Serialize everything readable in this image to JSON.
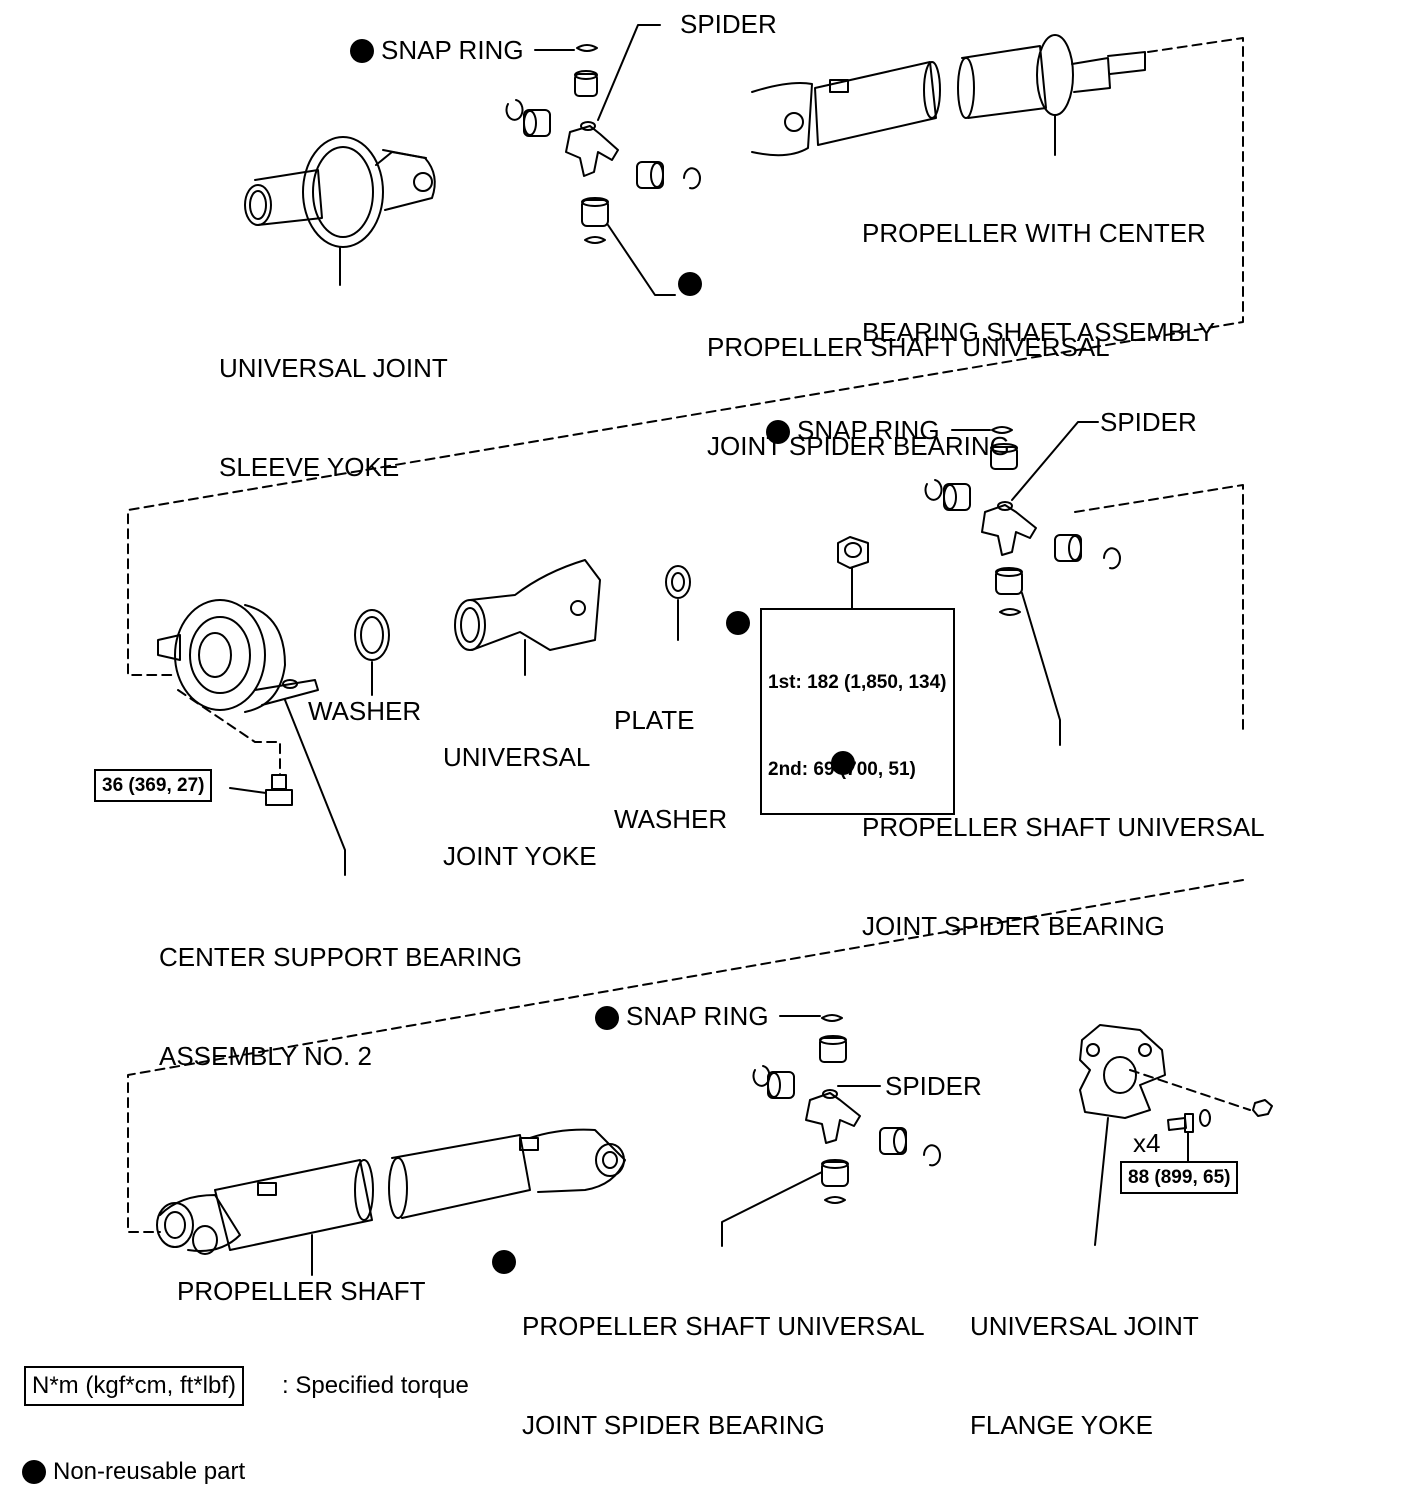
{
  "labels": {
    "snap_ring_1": "SNAP RING",
    "spider_1": "SPIDER",
    "propeller_center": [
      "PROPELLER WITH CENTER",
      "BEARING SHAFT ASSEMBLY"
    ],
    "sleeve_yoke": [
      "UNIVERSAL JOINT",
      "SLEEVE YOKE"
    ],
    "spider_bearing_1": [
      "PROPELLER SHAFT UNIVERSAL",
      "JOINT SPIDER BEARING"
    ],
    "snap_ring_2": "SNAP RING",
    "spider_2": "SPIDER",
    "washer": "WASHER",
    "joint_yoke": [
      "UNIVERSAL",
      "JOINT YOKE"
    ],
    "plate_washer": [
      "PLATE",
      "WASHER"
    ],
    "spider_bearing_2": [
      "PROPELLER SHAFT UNIVERSAL",
      "JOINT SPIDER BEARING"
    ],
    "center_support": [
      "CENTER SUPPORT BEARING",
      "ASSEMBLY NO. 2"
    ],
    "snap_ring_3": "SNAP RING",
    "spider_3": "SPIDER",
    "x4": "x4",
    "propeller_shaft": "PROPELLER SHAFT",
    "spider_bearing_3": [
      "PROPELLER SHAFT UNIVERSAL",
      "JOINT SPIDER BEARING"
    ],
    "flange_yoke": [
      "UNIVERSAL JOINT",
      "FLANGE YOKE"
    ]
  },
  "torques": {
    "nut": [
      "1st: 182 (1,850, 134)",
      "2nd: 69 (700, 51)"
    ],
    "bracket_bolt": "36 (369, 27)",
    "flange_bolt": "88 (899, 65)"
  },
  "legend": {
    "torque_box": "N*m (kgf*cm, ft*lbf)",
    "torque_desc": ": Specified torque",
    "non_reusable": "Non-reusable part"
  }
}
